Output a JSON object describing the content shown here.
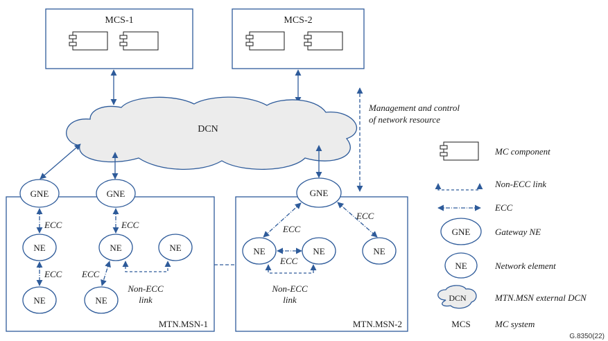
{
  "colors": {
    "line": "#2e5b9a",
    "cloud_fill": "#ececec",
    "text": "#1a1a1a",
    "background": "#ffffff"
  },
  "mcs": [
    {
      "label": "MCS-1"
    },
    {
      "label": "MCS-2"
    }
  ],
  "dcn": {
    "label": "DCN"
  },
  "domains": [
    {
      "label": "MTN.MSN-1"
    },
    {
      "label": "MTN.MSN-2"
    }
  ],
  "nodes": {
    "gne": "GNE",
    "ne": "NE"
  },
  "link_labels": {
    "ecc": "ECC",
    "non_ecc_line1": "Non-ECC",
    "non_ecc_line2": "link"
  },
  "annotation": {
    "line1": "Management and control",
    "line2": "of network resource"
  },
  "legend": {
    "mc_component": "MC component",
    "non_ecc_link": "Non-ECC link",
    "ecc": "ECC",
    "gne_symbol": "GNE",
    "gne_text": "Gateway NE",
    "ne_symbol": "NE",
    "ne_text": "Network element",
    "dcn_symbol": "DCN",
    "dcn_text": "MTN.MSN external DCN",
    "mcs_symbol": "MCS",
    "mcs_text": "MC system"
  },
  "figure_id": "G.8350(22)"
}
